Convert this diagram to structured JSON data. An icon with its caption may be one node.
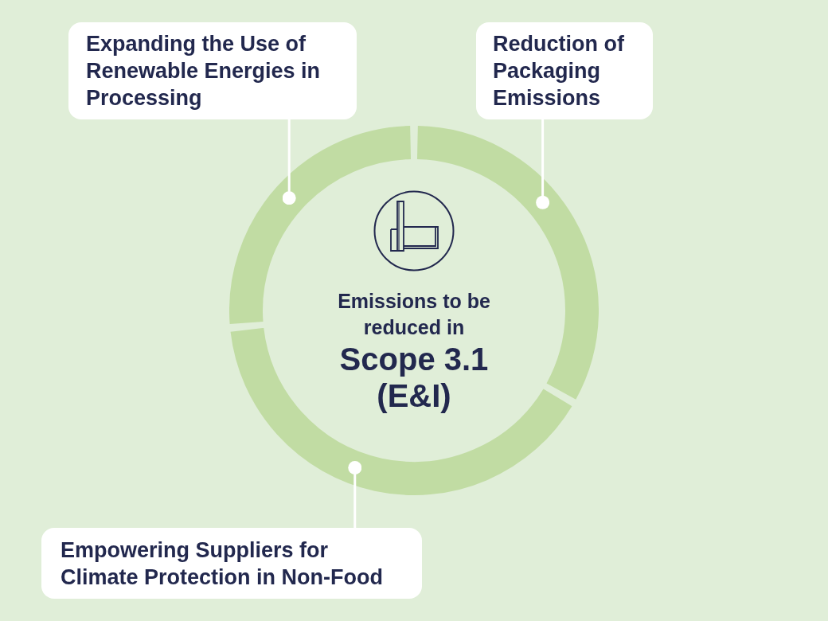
{
  "diagram": {
    "nodes": [
      {
        "text": [
          "Expanding the Use of Renewable Energies in Processing"
        ]
      },
      {
        "text": [
          "Reduction of Packaging Emissions"
        ]
      },
      {
        "text": [],
        "shape": "arc"
      },
      {
        "text": [],
        "shape": "arc"
      },
      {
        "text": [],
        "shape": "arc"
      },
      {
        "text": [
          "Empowering Suppliers for Climate Protection in Non-Food"
        ]
      }
    ],
    "edges": [
      {
        "from": 0,
        "to": 2,
        "arrow": "other"
      },
      {
        "from": 1,
        "to": 3,
        "arrow": "other"
      },
      {
        "from": 5,
        "to": 4,
        "arrow": "other"
      }
    ],
    "labels": [
      "Emissions to be reduced in",
      "Scope 3.1 (E&I)"
    ]
  }
}
